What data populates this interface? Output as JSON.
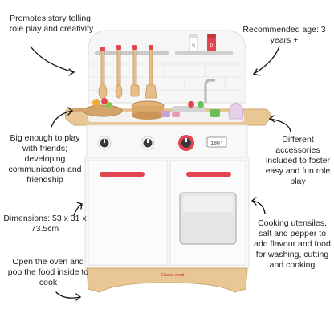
{
  "callouts": {
    "top_left": "Promotes story telling, role play and creativity",
    "top_right": "Recommended age: 3 years +",
    "mid_left": "Big enough to play with friends; developing communication and friendship",
    "mid_right": "Different accessories included to foster easy and fun role play",
    "dimensions": "Dimensions: 53 x 31 x 73.5cm",
    "cooking": "Cooking utensiles, salt and pepper to add flavour and food for washing, cutting and cooking",
    "oven": "Open the oven and pop the food inside to cook"
  },
  "product": {
    "oven_display": "180°",
    "shaker_labels": [
      "S",
      "P"
    ],
    "brand": "Classic world"
  },
  "colors": {
    "accent_red": "#e2454f",
    "wood": "#e8c795",
    "panel_white": "#f7f7f7"
  }
}
